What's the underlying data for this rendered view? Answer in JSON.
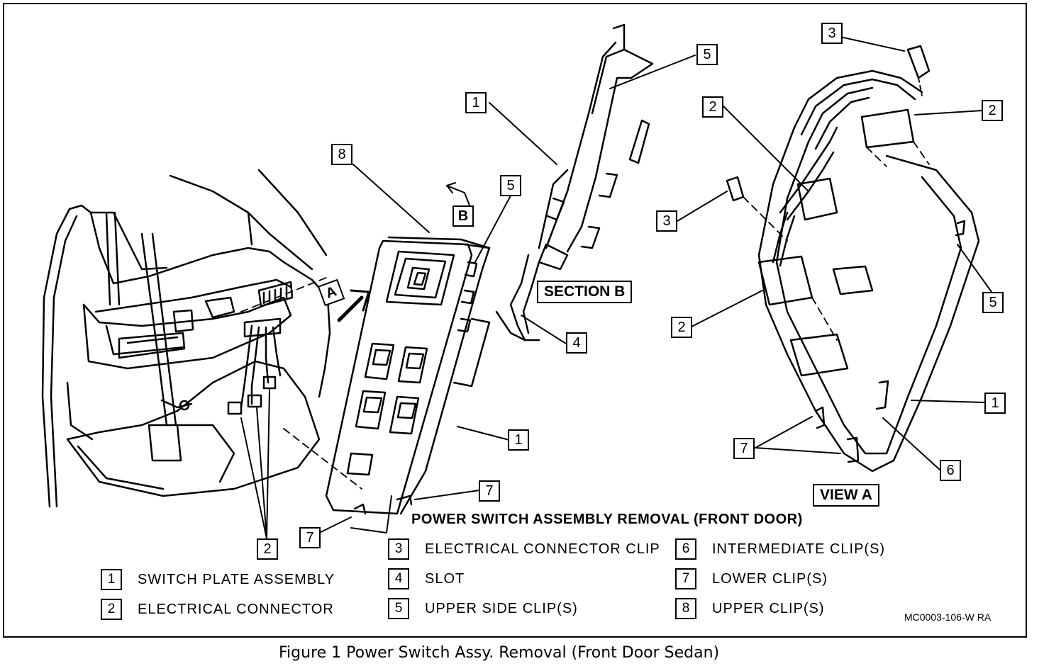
{
  "figure": {
    "main_title": "POWER SWITCH ASSEMBLY REMOVAL (FRONT DOOR)",
    "caption": "Figure 1 Power Switch Assy. Removal (Front Door Sedan)",
    "code": "MC0003-106-W RA",
    "section_label": "SECTION B",
    "view_label": "VIEW A",
    "view_marker_a": "A",
    "view_marker_b": "B"
  },
  "legend": [
    {
      "num": "1",
      "text": "SWITCH PLATE ASSEMBLY"
    },
    {
      "num": "2",
      "text": "ELECTRICAL CONNECTOR"
    },
    {
      "num": "3",
      "text": "ELECTRICAL CONNECTOR CLIP"
    },
    {
      "num": "4",
      "text": "SLOT"
    },
    {
      "num": "5",
      "text": "UPPER SIDE CLIP(S)"
    },
    {
      "num": "6",
      "text": "INTERMEDIATE CLIP(S)"
    },
    {
      "num": "7",
      "text": "LOWER CLIP(S)"
    },
    {
      "num": "8",
      "text": "UPPER CLIP(S)"
    }
  ],
  "callouts": {
    "c1": "1",
    "c2": "2",
    "c3": "3",
    "c4": "4",
    "c5": "5",
    "c6": "6",
    "c7": "7",
    "c8": "8"
  }
}
